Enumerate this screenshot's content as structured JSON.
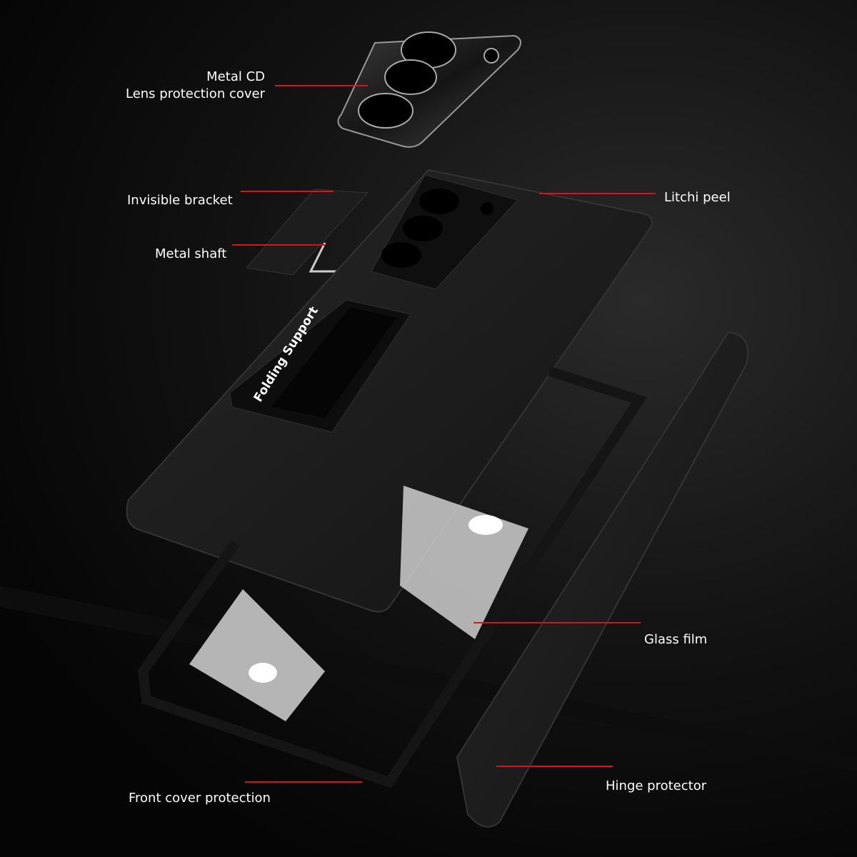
{
  "labels": {
    "lens_cover_line1": "Metal CD",
    "lens_cover_line2": "Lens protection cover",
    "invisible_bracket": "Invisible bracket",
    "metal_shaft": "Metal shaft",
    "litchi_peel": "Litchi peel",
    "glass_film": "Glass film",
    "hinge_protector": "Hinge protector",
    "front_cover": "Front cover protection"
  },
  "product": {
    "stand_text": "Folding Support"
  },
  "colors": {
    "leader_line": "#e0101a",
    "label_text": "#ffffff",
    "case": "#1b1b1b"
  }
}
